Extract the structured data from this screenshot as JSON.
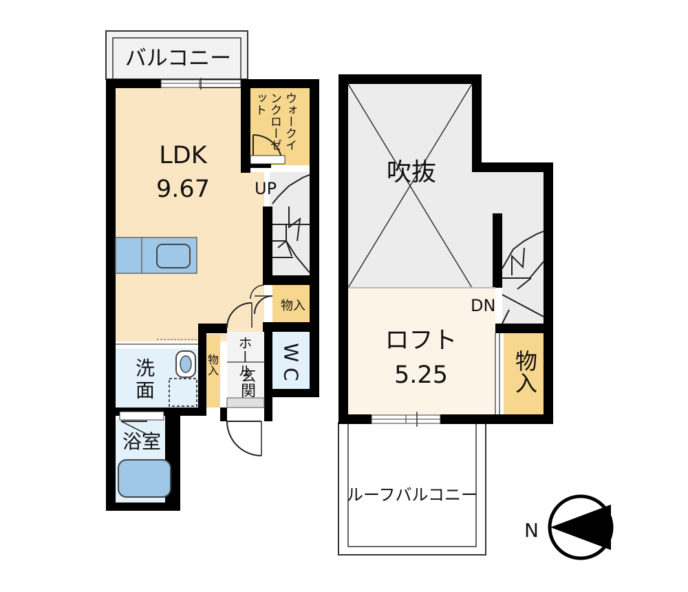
{
  "colors": {
    "wall": "#000000",
    "ldk_floor": "#fbe6c3",
    "wet_area": "#e3f1fb",
    "fixture": "#9fc8e8",
    "closet": "#f7d68e",
    "grey": "#ececec",
    "loft_floor": "#fdf4e8",
    "balcony": "#f2f2f2"
  },
  "first_floor": {
    "balcony": "バルコニー",
    "ldk": {
      "name": "LDK",
      "size": "9.67"
    },
    "walk_in_closet": "ウォークインクローゼット",
    "stairs_up": "UP",
    "storage_small": "物入",
    "storage_narrow": "物入",
    "washroom": "洗面",
    "hall": "ホール",
    "entrance": "玄関",
    "wc": "WC",
    "bathroom": "浴室"
  },
  "loft_floor": {
    "void": "吹抜",
    "stairs_down": "DN",
    "loft": {
      "name": "ロフト",
      "size": "5.25"
    },
    "storage": "物入",
    "roof_balcony": "ルーフバルコニー"
  },
  "compass": {
    "label": "N",
    "icon": "north-arrow-icon"
  }
}
